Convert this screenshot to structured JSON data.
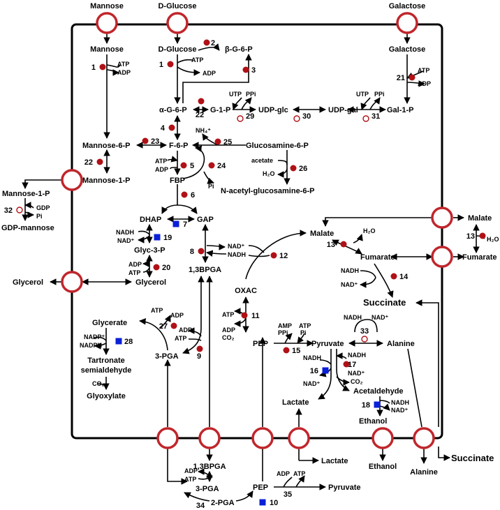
{
  "external": {
    "mannose": "Mannose",
    "dglucose": "D-Glucose",
    "galactose": "Galactose",
    "mannose_1_p": "Mannose-1-P",
    "gdp": "GDP",
    "pi": "Pi",
    "gdp_mannose": "GDP-mannose",
    "glycerol": "Glycerol",
    "malate": "Malate",
    "h2o": "H₂O",
    "fumarate": "Fumarate",
    "bpga": "1,3BPGA",
    "adp": "ADP",
    "atp": "ATP",
    "pga3": "3-PGA",
    "pga2": "2-PGA",
    "pep": "PEP",
    "pyruvate": "Pyruvate",
    "lactate": "Lactate",
    "ethanol": "Ethanol",
    "alanine": "Alanine",
    "succinate": "Succinate"
  },
  "internal": {
    "mannose": "Mannose",
    "atp": "ATP",
    "adp": "ADP",
    "dglucose": "D-Glucose",
    "beta_g6p": "β-G-6-P",
    "galactose": "Galactose",
    "alpha_g6p": "α-G-6-P",
    "g1p": "G-1-P",
    "utp": "UTP",
    "ppi": "PPi",
    "udp_glc": "UDP-glc",
    "udp_gal": "UDP-gal",
    "gal1p": "Gal-1-P",
    "mannose6p": "Mannose-6-P",
    "f6p": "F-6-P",
    "nh4": "NH₄⁺",
    "glucosamine6p": "Glucosamine-6-P",
    "mannose1p": "Mannose-1-P",
    "fbp": "FBP",
    "pi": "Pi",
    "acetate": "acetate",
    "h2o": "H₂O",
    "nag6p": "N-acetyl-glucosamine-6-P",
    "dhap": "DHAP",
    "gap": "GAP",
    "nadh": "NADH",
    "nad": "NAD⁺",
    "glyc3p": "Glyc-3-P",
    "glycerol": "Glycerol",
    "bpga": "1,3BPGA",
    "malate": "Malate",
    "fumarate": "Fumarate",
    "succinate": "Succinate",
    "oxac": "OXAC",
    "co2": "CO₂",
    "glycerate": "Glycerate",
    "nadp": "NADP⁺",
    "nadph": "NADPH",
    "tartronate1": "Tartronate",
    "tartronate2": "semialdehyde",
    "glyoxylate": "Glyoxylate",
    "pga3": "3-PGA",
    "pep": "PEP",
    "amp": "AMP",
    "pyruvate": "Pyruvate",
    "alanine": "Alanine",
    "lactate": "Lactate",
    "acetaldehyde": "Acetaldehyde",
    "ethanol": "Ethanol"
  },
  "enzymes": [
    "1",
    "2",
    "3",
    "4",
    "5",
    "6",
    "7",
    "8",
    "9",
    "10",
    "11",
    "12",
    "13",
    "14",
    "15",
    "16",
    "17",
    "18",
    "19",
    "20",
    "21",
    "22",
    "23",
    "24",
    "25",
    "26",
    "27",
    "28",
    "29",
    "30",
    "31",
    "32",
    "33",
    "34",
    "35"
  ],
  "colors": {
    "circle_enzyme": "#b01116",
    "square_enzyme": "#0a20d8",
    "transporter": "#c0262c",
    "membrane": "#000000"
  }
}
